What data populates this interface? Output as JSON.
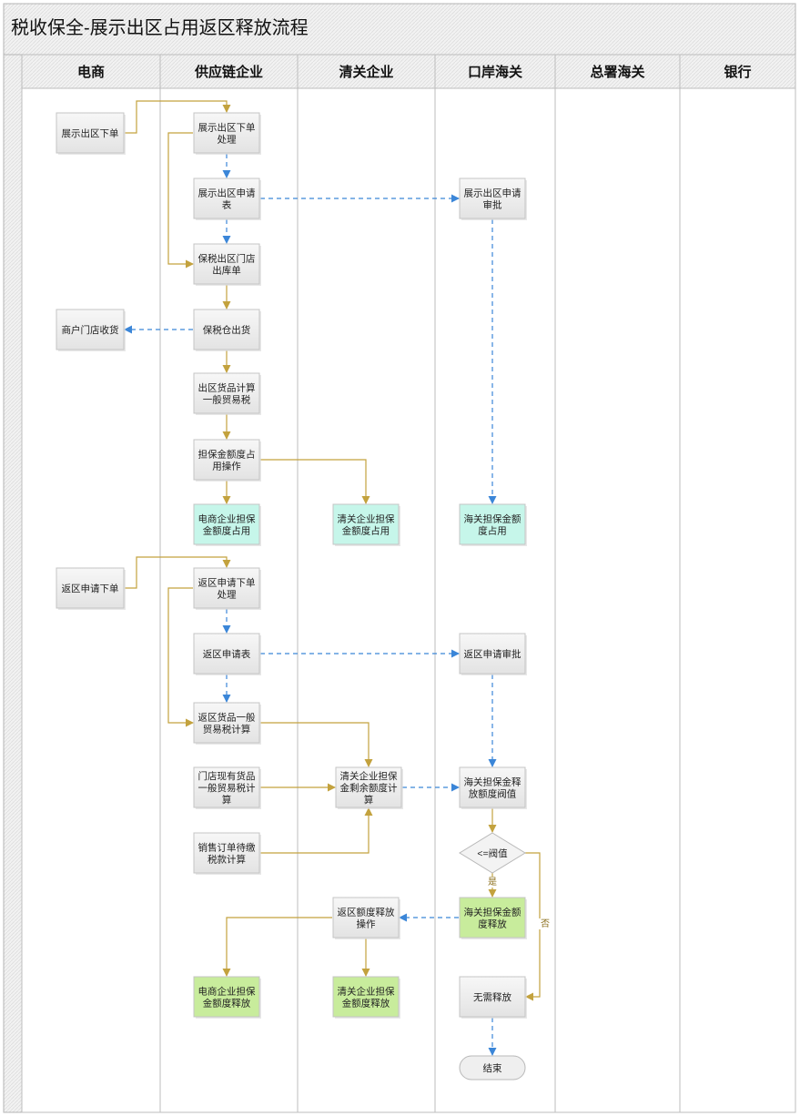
{
  "title": "税收保全-展示出区占用返区释放流程",
  "colors": {
    "gold": "#c3a23e",
    "blue": "#3b86d8",
    "node_default": "#ececec",
    "node_cyan": "#c6f6ea",
    "node_green": "#c8ec9c"
  },
  "lanes": [
    {
      "id": "ec",
      "label": "电商"
    },
    {
      "id": "sc",
      "label": "供应链企业"
    },
    {
      "id": "cc",
      "label": "清关企业"
    },
    {
      "id": "pc",
      "label": "口岸海关"
    },
    {
      "id": "gc",
      "label": "总署海关"
    },
    {
      "id": "bk",
      "label": "银行"
    }
  ],
  "nodes": [
    {
      "id": "n1",
      "text": [
        "展示出区下单"
      ],
      "style": "default"
    },
    {
      "id": "n2",
      "text": [
        "展示出区下单",
        "处理"
      ],
      "style": "default"
    },
    {
      "id": "n3",
      "text": [
        "展示出区申请",
        "表"
      ],
      "style": "default"
    },
    {
      "id": "n4",
      "text": [
        "展示出区申请",
        "审批"
      ],
      "style": "default"
    },
    {
      "id": "n5",
      "text": [
        "保税出区门店",
        "出库单"
      ],
      "style": "default"
    },
    {
      "id": "n6",
      "text": [
        "保税仓出货"
      ],
      "style": "default"
    },
    {
      "id": "n7",
      "text": [
        "商户门店收货"
      ],
      "style": "default"
    },
    {
      "id": "n8",
      "text": [
        "出区货品计算",
        "一般贸易税"
      ],
      "style": "default"
    },
    {
      "id": "n9",
      "text": [
        "担保金额度占",
        "用操作"
      ],
      "style": "default"
    },
    {
      "id": "n10",
      "text": [
        "电商企业担保",
        "金额度占用"
      ],
      "style": "cyan"
    },
    {
      "id": "n11",
      "text": [
        "清关企业担保",
        "金额度占用"
      ],
      "style": "cyan"
    },
    {
      "id": "n12",
      "text": [
        "海关担保金额",
        "度占用"
      ],
      "style": "cyan"
    },
    {
      "id": "n13",
      "text": [
        "返区申请下单"
      ],
      "style": "default"
    },
    {
      "id": "n14",
      "text": [
        "返区申请下单",
        "处理"
      ],
      "style": "default"
    },
    {
      "id": "n15",
      "text": [
        "返区申请表"
      ],
      "style": "default"
    },
    {
      "id": "n16",
      "text": [
        "返区申请审批"
      ],
      "style": "default"
    },
    {
      "id": "n17",
      "text": [
        "返区货品一般",
        "贸易税计算"
      ],
      "style": "default"
    },
    {
      "id": "n18",
      "text": [
        "门店现有货品",
        "一般贸易税计",
        "算"
      ],
      "style": "default"
    },
    {
      "id": "n19",
      "text": [
        "清关企业担保",
        "金剩余额度计",
        "算"
      ],
      "style": "default"
    },
    {
      "id": "n20",
      "text": [
        "海关担保金释",
        "放额度阀值"
      ],
      "style": "default"
    },
    {
      "id": "n21",
      "text": [
        "销售订单待缴",
        "税款计算"
      ],
      "style": "default"
    },
    {
      "id": "n22",
      "text": [
        "<=阀值"
      ],
      "style": "diamond"
    },
    {
      "id": "n23",
      "text": [
        "海关担保金额",
        "度释放"
      ],
      "style": "green"
    },
    {
      "id": "n24",
      "text": [
        "返区额度释放",
        "操作"
      ],
      "style": "default"
    },
    {
      "id": "n25",
      "text": [
        "电商企业担保",
        "金额度释放"
      ],
      "style": "green"
    },
    {
      "id": "n26",
      "text": [
        "清关企业担保",
        "金额度释放"
      ],
      "style": "green"
    },
    {
      "id": "n27",
      "text": [
        "无需释放"
      ],
      "style": "default"
    },
    {
      "id": "n28",
      "text": [
        "结束"
      ],
      "style": "terminal"
    }
  ],
  "edges": [
    {
      "from": "n1",
      "to": "n2",
      "style": "solid",
      "label": ""
    },
    {
      "from": "n2",
      "to": "n3",
      "style": "dashed",
      "label": ""
    },
    {
      "from": "n3",
      "to": "n4",
      "style": "dashed",
      "label": ""
    },
    {
      "from": "n3",
      "to": "n5",
      "style": "dashed",
      "label": ""
    },
    {
      "from": "n2",
      "to": "n5",
      "style": "solid",
      "label": ""
    },
    {
      "from": "n5",
      "to": "n6",
      "style": "solid",
      "label": ""
    },
    {
      "from": "n6",
      "to": "n7",
      "style": "dashed",
      "label": ""
    },
    {
      "from": "n6",
      "to": "n8",
      "style": "solid",
      "label": ""
    },
    {
      "from": "n8",
      "to": "n9",
      "style": "solid",
      "label": ""
    },
    {
      "from": "n9",
      "to": "n10",
      "style": "solid",
      "label": ""
    },
    {
      "from": "n9",
      "to": "n11",
      "style": "solid",
      "label": ""
    },
    {
      "from": "n4",
      "to": "n12",
      "style": "dashed",
      "label": ""
    },
    {
      "from": "n13",
      "to": "n14",
      "style": "solid",
      "label": ""
    },
    {
      "from": "n14",
      "to": "n15",
      "style": "dashed",
      "label": ""
    },
    {
      "from": "n15",
      "to": "n16",
      "style": "dashed",
      "label": ""
    },
    {
      "from": "n15",
      "to": "n17",
      "style": "dashed",
      "label": ""
    },
    {
      "from": "n14",
      "to": "n17",
      "style": "solid",
      "label": ""
    },
    {
      "from": "n17",
      "to": "n19",
      "style": "solid",
      "label": ""
    },
    {
      "from": "n18",
      "to": "n19",
      "style": "solid",
      "label": ""
    },
    {
      "from": "n21",
      "to": "n19",
      "style": "solid",
      "label": ""
    },
    {
      "from": "n16",
      "to": "n20",
      "style": "dashed",
      "label": ""
    },
    {
      "from": "n19",
      "to": "n20",
      "style": "dashed",
      "label": ""
    },
    {
      "from": "n20",
      "to": "n22",
      "style": "solid",
      "label": ""
    },
    {
      "from": "n22",
      "to": "n23",
      "style": "solid",
      "label": "是"
    },
    {
      "from": "n22",
      "to": "n27",
      "style": "solid",
      "label": "否"
    },
    {
      "from": "n23",
      "to": "n24",
      "style": "dashed",
      "label": ""
    },
    {
      "from": "n24",
      "to": "n25",
      "style": "solid",
      "label": ""
    },
    {
      "from": "n24",
      "to": "n26",
      "style": "solid",
      "label": ""
    },
    {
      "from": "n27",
      "to": "n28",
      "style": "dashed",
      "label": ""
    }
  ]
}
